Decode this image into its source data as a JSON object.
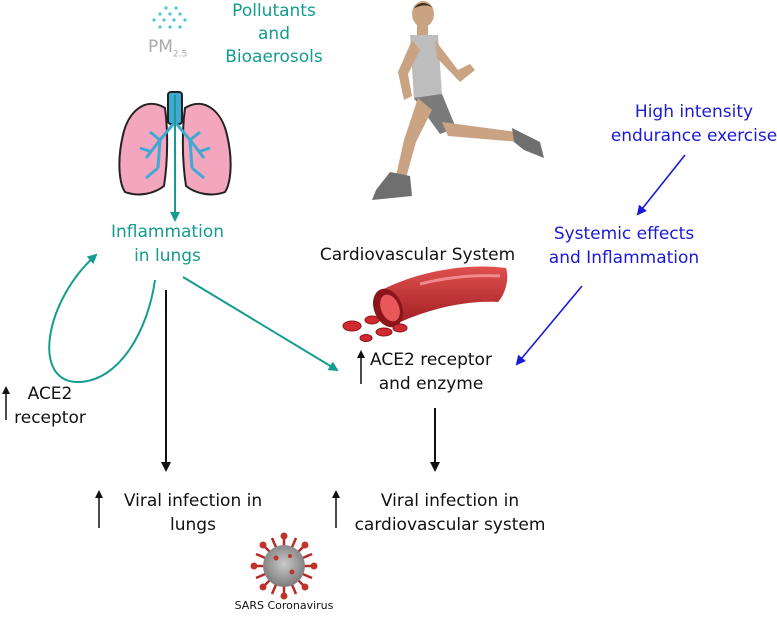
{
  "colors": {
    "teal": "#149c8f",
    "blue": "#1a1ad6",
    "black": "#111111",
    "lung_pink": "#f4a6bf",
    "vessel_red": "#c9262d"
  },
  "pollutants": {
    "line1": "Pollutants",
    "line2": "and",
    "line3": "Bioaerosols"
  },
  "pm": {
    "base": "PM",
    "sub": "2.5"
  },
  "inflammation_lungs": {
    "line1": "Inflammation",
    "line2": "in lungs"
  },
  "cardio_title": "Cardiovascular System",
  "exercise": {
    "line1": "High intensity",
    "line2": "endurance exercise"
  },
  "systemic": {
    "line1": "Systemic effects",
    "line2": "and Inflammation"
  },
  "ace2_cardio": {
    "line1": "ACE2 receptor",
    "line2": "and enzyme"
  },
  "ace2_left": {
    "line1": "ACE2",
    "line2": "receptor"
  },
  "viral_lungs": {
    "line1": "Viral infection in",
    "line2": "lungs"
  },
  "viral_cardio": {
    "line1": "Viral infection in",
    "line2": "cardiovascular system"
  },
  "virus_caption": "SARS Coronavirus",
  "icons": [
    "pm-particles-icon",
    "lungs-icon",
    "runner-icon",
    "blood-vessel-icon",
    "coronavirus-icon",
    "up-arrow-icon"
  ]
}
